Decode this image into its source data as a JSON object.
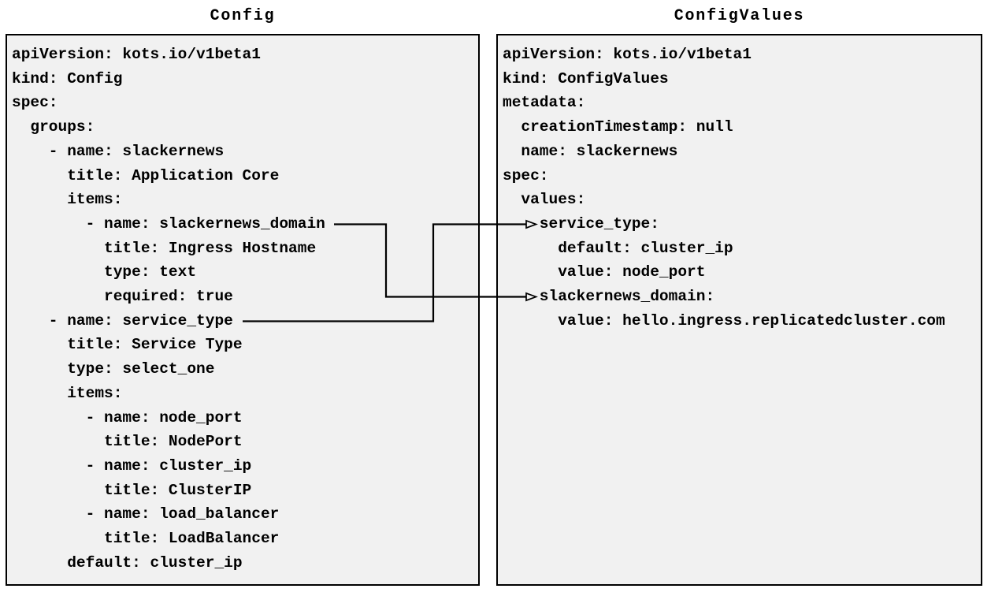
{
  "diagram": {
    "left_panel": {
      "title": "Config",
      "yaml_lines": [
        "apiVersion: kots.io/v1beta1",
        "kind: Config",
        "spec:",
        "  groups:",
        "    - name: slackernews",
        "      title: Application Core",
        "      items:",
        "        - name: slackernews_domain",
        "          title: Ingress Hostname",
        "          type: text",
        "          required: true",
        "    - name: service_type",
        "      title: Service Type",
        "      type: select_one",
        "      items:",
        "        - name: node_port",
        "          title: NodePort",
        "        - name: cluster_ip",
        "          title: ClusterIP",
        "        - name: load_balancer",
        "          title: LoadBalancer",
        "      default: cluster_ip"
      ]
    },
    "right_panel": {
      "title": "ConfigValues",
      "yaml_lines": [
        "apiVersion: kots.io/v1beta1",
        "kind: ConfigValues",
        "metadata:",
        "  creationTimestamp: null",
        "  name: slackernews",
        "spec:",
        "  values:",
        "    service_type:",
        "      default: cluster_ip",
        "      value: node_port",
        "    slackernews_domain:",
        "      value: hello.ingress.replicatedcluster.com"
      ]
    },
    "arrows": [
      {
        "from": "service_type",
        "to": "service_type:"
      },
      {
        "from": "slackernews_domain",
        "to": "slackernews_domain:"
      }
    ],
    "colors": {
      "panel_background": "#f1f1f1",
      "panel_border": "#000000",
      "text": "#000000",
      "arrow": "#000000"
    }
  }
}
